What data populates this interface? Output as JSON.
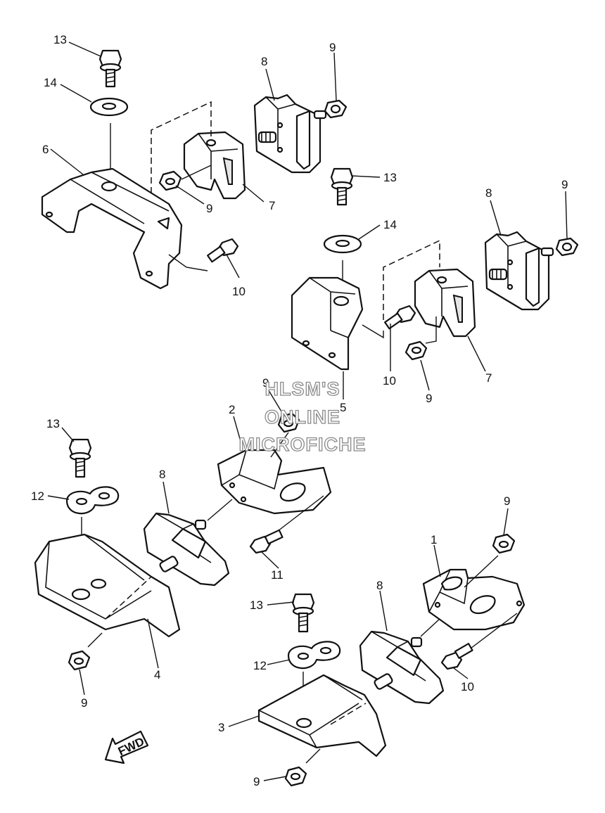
{
  "callouts": [
    "1",
    "2",
    "3",
    "4",
    "5",
    "6",
    "7",
    "8",
    "9",
    "10",
    "11",
    "12",
    "13",
    "14"
  ],
  "watermark": {
    "line1": "HLSM'S",
    "line2": "ONLINE",
    "line3": "MICROFICHE"
  },
  "fwd_label": "FWD"
}
